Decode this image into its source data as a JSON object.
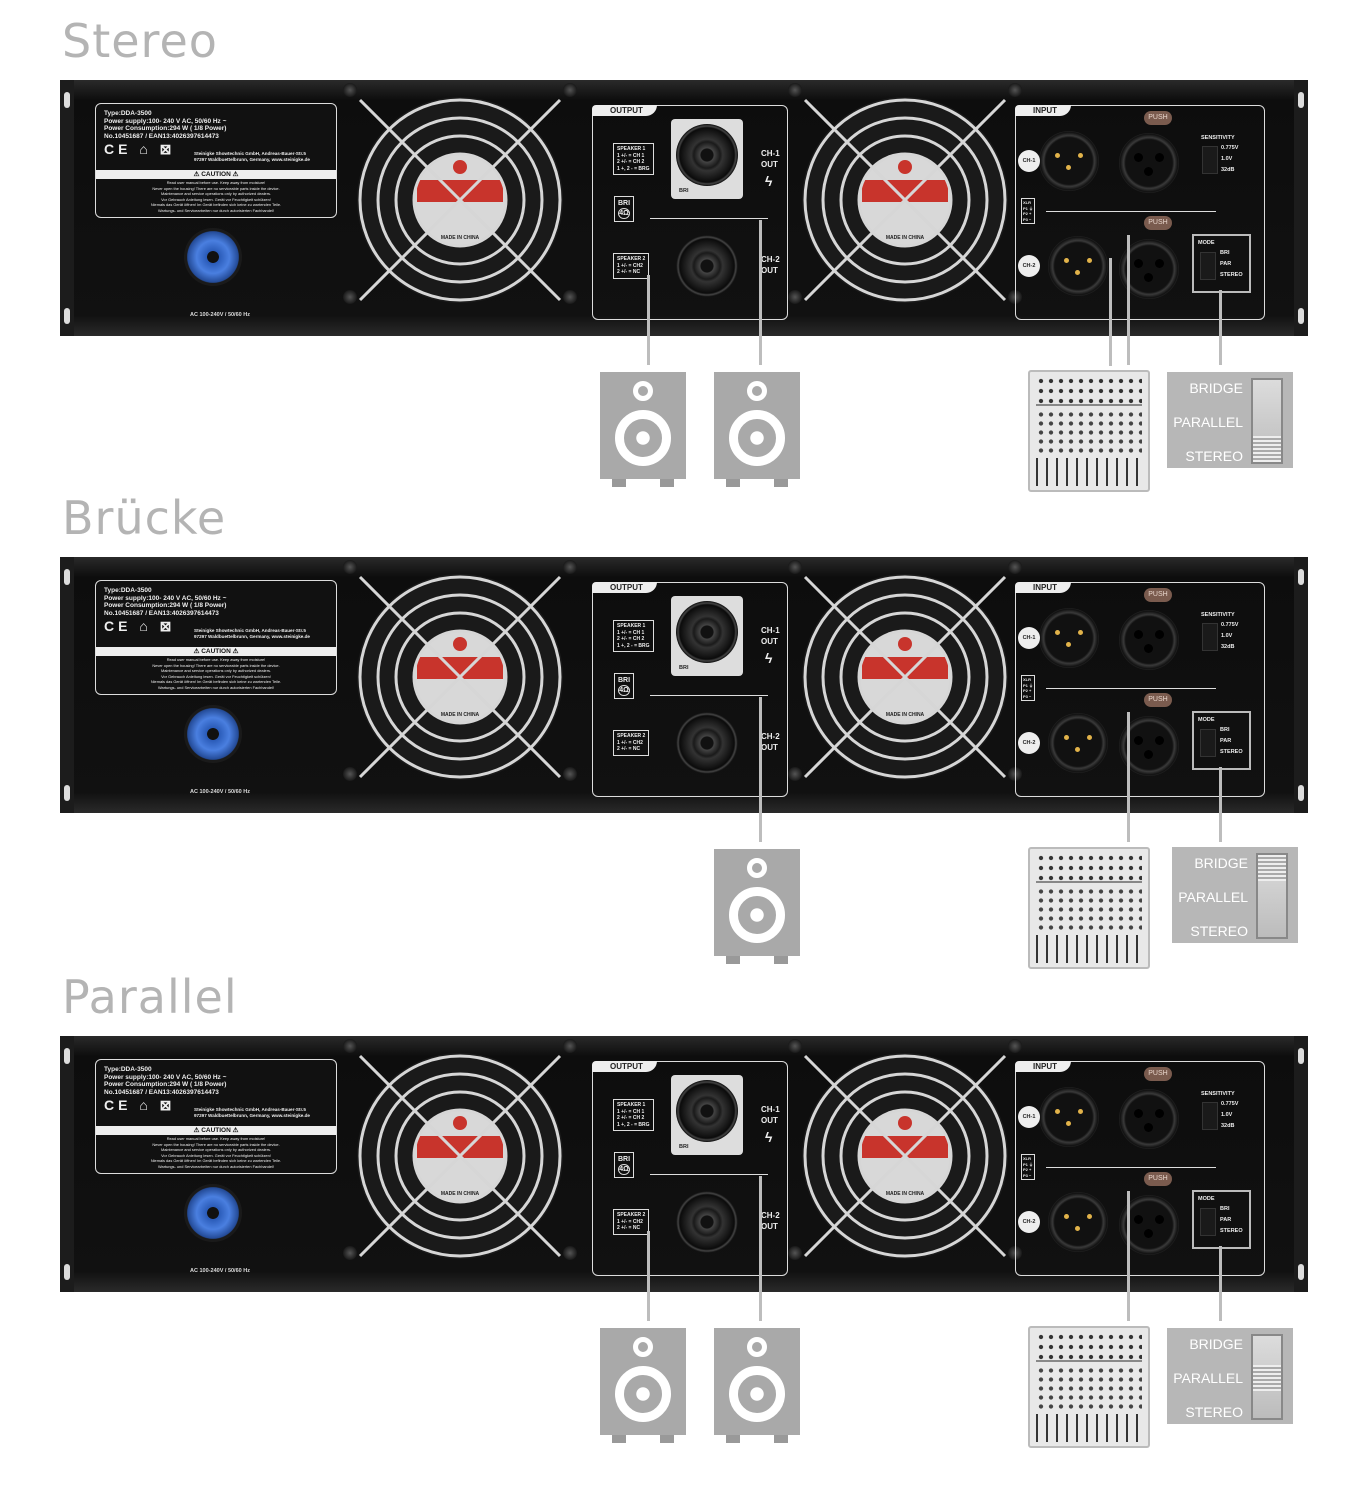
{
  "sections": [
    {
      "title": "Stereo",
      "mode": "stereo",
      "speaker_count": 2,
      "input_wires": 2
    },
    {
      "title": "Brücke",
      "mode": "bridge",
      "speaker_count": 1,
      "input_wires": 1
    },
    {
      "title": "Parallel",
      "mode": "parallel",
      "speaker_count": 2,
      "input_wires": 1
    }
  ],
  "amp": {
    "label_lines": [
      "Type:DDA-3500",
      "Power supply:100- 240 V AC, 50/60 Hz ~",
      "Power Consumption:294 W ( 1/8 Power)",
      "No.10451687 / EAN13:4026397614473"
    ],
    "label_icons": "CE ⌂ ⊠",
    "company": "Steinigke Showtechnic GmbH, Andreas-Bauer-Str.5",
    "company2": "97297 Waldbuettelbrunn, Germany, www.steinigke.de",
    "caution": "⚠ CAUTION ⚠",
    "warnings": [
      "Read user manual before use. Keep away from moisture!",
      "Never open the housing! There are no serviceable parts inside the device.",
      "Maintenance and service operations only by authorized dealers.",
      "Vor Gebrauch Anleitung lesen. Gerät vor Feuchtigkeit schützen!",
      "Niemals das Gerät öffnen! Im Gerät befinden sich keine zu wartenden Teile.",
      "Wartungs- und Servicearbeiten nur durch autorisierten Fachhandel!"
    ],
    "ac_label": "AC 100-240V / 50/60 Hz",
    "fan_text": "MADE IN CHINA",
    "output_title": "OUTPUT",
    "speaker1": [
      "SPEAKER 1",
      "1 +/-  = CH 1",
      "2 +/-  = CH 2",
      "1 +, 2 - = BRG"
    ],
    "speaker2": [
      "SPEAKER 2",
      "1 +/- = CH2",
      "2 +/- =   NC"
    ],
    "bri": "BRI",
    "bri_icon": "4Ω",
    "ch1_out": "CH-1 OUT",
    "ch2_out": "CH-2 OUT",
    "input_title": "INPUT",
    "push": "PUSH",
    "ch1": "CH-1",
    "ch2": "CH-2",
    "sensitivity": "SENSITIVITY",
    "sens_opts": [
      "0.775V",
      "1.0V",
      "32dB"
    ],
    "xlr_legend": [
      "XLR",
      "P1 ⏚",
      "P2 +",
      "P3 −"
    ],
    "mode_title": "MODE",
    "mode_opts": [
      "BRI",
      "PAR",
      "STEREO"
    ]
  },
  "mode_selector": {
    "bridge": "BRIDGE",
    "parallel": "PARALLEL",
    "stereo": "STEREO"
  },
  "colors": {
    "title": "#b4b4b4",
    "wire": "#bdbdbd",
    "speaker": "#a9a9a9",
    "panel": "#111111"
  }
}
